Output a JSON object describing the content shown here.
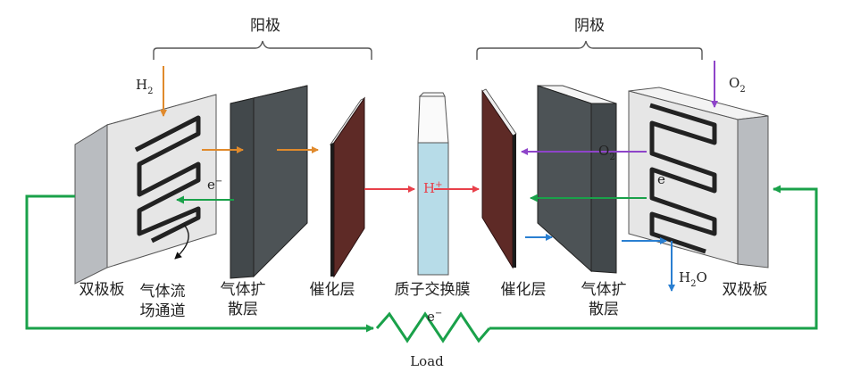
{
  "labels": {
    "anode": "阳极",
    "cathode": "阴极",
    "bipolar_plate_left": "双极板",
    "bipolar_plate_right": "双极板",
    "flow_channel_line1": "气体流",
    "flow_channel_line2": "场通道",
    "gdl_left_line1": "气体扩",
    "gdl_left_line2": "散层",
    "gdl_right_line1": "气体扩",
    "gdl_right_line2": "散层",
    "catalyst_left": "催化层",
    "catalyst_right": "催化层",
    "membrane": "质子交换膜",
    "load": "Load"
  },
  "species": {
    "h": "H",
    "h_sub": "2",
    "o": "O",
    "o_sub": "2",
    "o_inner": "O",
    "o_inner_sub": "2",
    "water_h": "H",
    "water_sub": "2",
    "water_o": "O",
    "proton": "H",
    "proton_sup": "+",
    "electron": "e",
    "electron_sup": "−"
  },
  "colors": {
    "hydrogen_arrow": "#e08a2c",
    "oxygen_arrow": "#8e44c9",
    "electron_arrow": "#1aa14a",
    "water_arrow": "#2a7fd1",
    "proton_arrow": "#e8404a",
    "circuit": "#1aa14a",
    "plate_face": "#e6e6e6",
    "plate_side": "#b9bcc0",
    "gdl_dark": "#4d5356",
    "catalyst": "#5e2a26",
    "membrane": "#b7dce8"
  }
}
